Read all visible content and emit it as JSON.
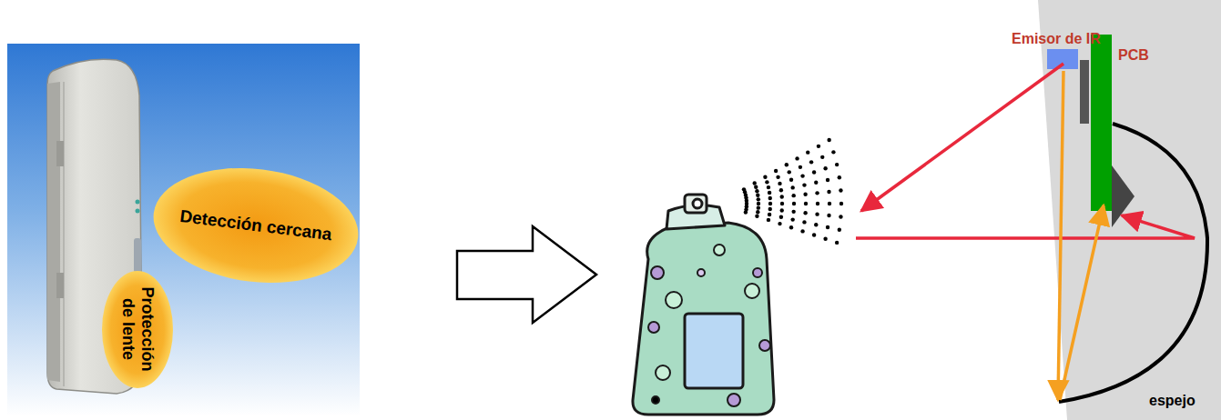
{
  "diagram": {
    "nodes": [
      {
        "text": [
          "Detección cercana"
        ]
      },
      {
        "text": [
          "Protección de lente"
        ]
      }
    ],
    "labels": [
      "Emisor de IR",
      "PCB",
      "espejo"
    ]
  }
}
